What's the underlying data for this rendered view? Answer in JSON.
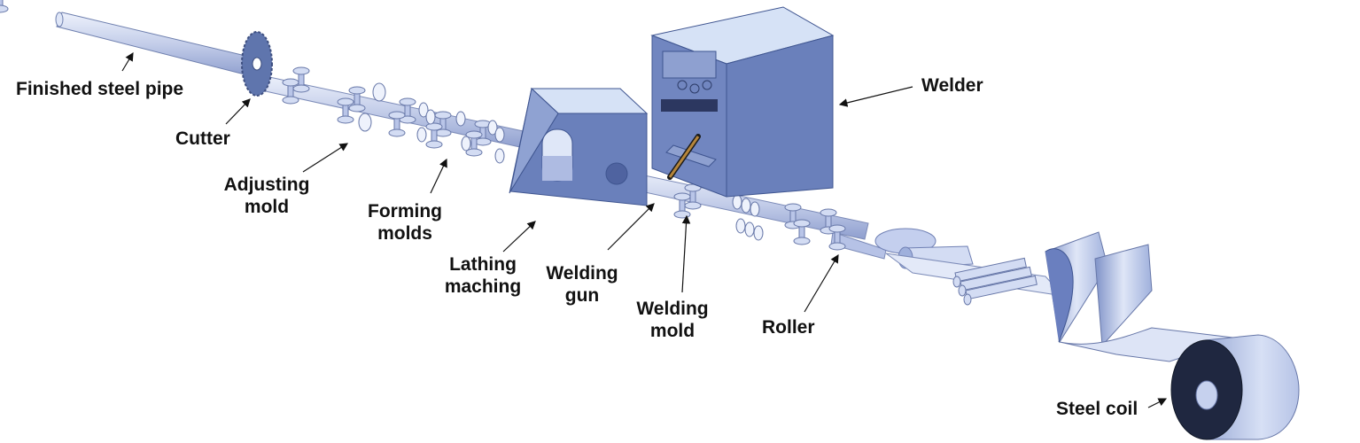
{
  "labels": {
    "finished_pipe": "Finished steel pipe",
    "cutter": "Cutter",
    "adjusting_mold_1": "Adjusting",
    "adjusting_mold_2": "mold",
    "forming_molds_1": "Forming",
    "forming_molds_2": "molds",
    "lathing_1": "Lathing",
    "lathing_2": "maching",
    "welding_gun_1": "Welding",
    "welding_gun_2": "gun",
    "welding_mold_1": "Welding",
    "welding_mold_2": "mold",
    "roller": "Roller",
    "welder": "Welder",
    "steel_coil": "Steel coil"
  },
  "colors": {
    "machine_front": "#6f86c0",
    "machine_side": "#5f77b0",
    "machine_top": "#d6e2f6",
    "pipe": "#c6d1ee",
    "coil_core": "#1c2236"
  }
}
